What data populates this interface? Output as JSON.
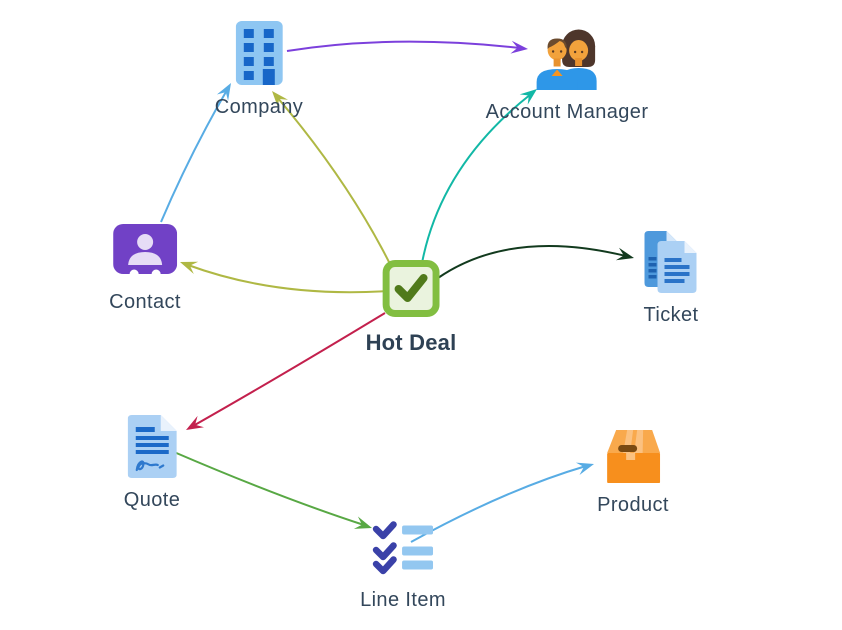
{
  "diagram": {
    "description": "CRM object relationship diagram",
    "nodes": {
      "company": {
        "label": "Company",
        "icon": "building-icon"
      },
      "account_manager": {
        "label": "Account Manager",
        "icon": "two-people-icon"
      },
      "contact": {
        "label": "Contact",
        "icon": "contact-card-icon"
      },
      "hot_deal": {
        "label": "Hot Deal",
        "icon": "green-checkbox-icon",
        "emphasis": "bold"
      },
      "ticket": {
        "label": "Ticket",
        "icon": "stacked-documents-icon"
      },
      "quote": {
        "label": "Quote",
        "icon": "signed-document-icon"
      },
      "product": {
        "label": "Product",
        "icon": "package-box-icon"
      },
      "line_item": {
        "label": "Line Item",
        "icon": "checklist-icon"
      }
    },
    "edges": [
      {
        "from": "contact",
        "to": "company",
        "color": "#58ACE4"
      },
      {
        "from": "hot_deal",
        "to": "company",
        "color": "#AFB844"
      },
      {
        "from": "company",
        "to": "account_manager",
        "color": "#7C40DC"
      },
      {
        "from": "hot_deal",
        "to": "account_manager",
        "color": "#12B8A6"
      },
      {
        "from": "hot_deal",
        "to": "ticket",
        "color": "#123A1E"
      },
      {
        "from": "hot_deal",
        "to": "contact",
        "color": "#AFB844"
      },
      {
        "from": "hot_deal",
        "to": "quote",
        "color": "#C3204D"
      },
      {
        "from": "quote",
        "to": "line_item",
        "color": "#58A844"
      },
      {
        "from": "line_item",
        "to": "product",
        "color": "#58ACE4"
      }
    ],
    "palette": {
      "background": "#FFFFFF",
      "label_color": "#33475B",
      "building_body": "#8EC6F2",
      "building_windows": "#1766C8",
      "contact_body": "#7141C6",
      "hot_deal_border": "#82BE41",
      "hot_deal_fill": "#EAF3DE",
      "hot_deal_check": "#507A1B",
      "document_light_blue": "#ABD0F4",
      "document_dark_blue": "#4E99DC",
      "document_lines": "#1B69C8",
      "product_front": "#F78F1D",
      "product_top": "#F9A94C",
      "checklist_check": "#3A41A8",
      "checklist_bar": "#93C7F0",
      "skin": "#F2A23C",
      "shirt": "#2E97E8"
    }
  }
}
